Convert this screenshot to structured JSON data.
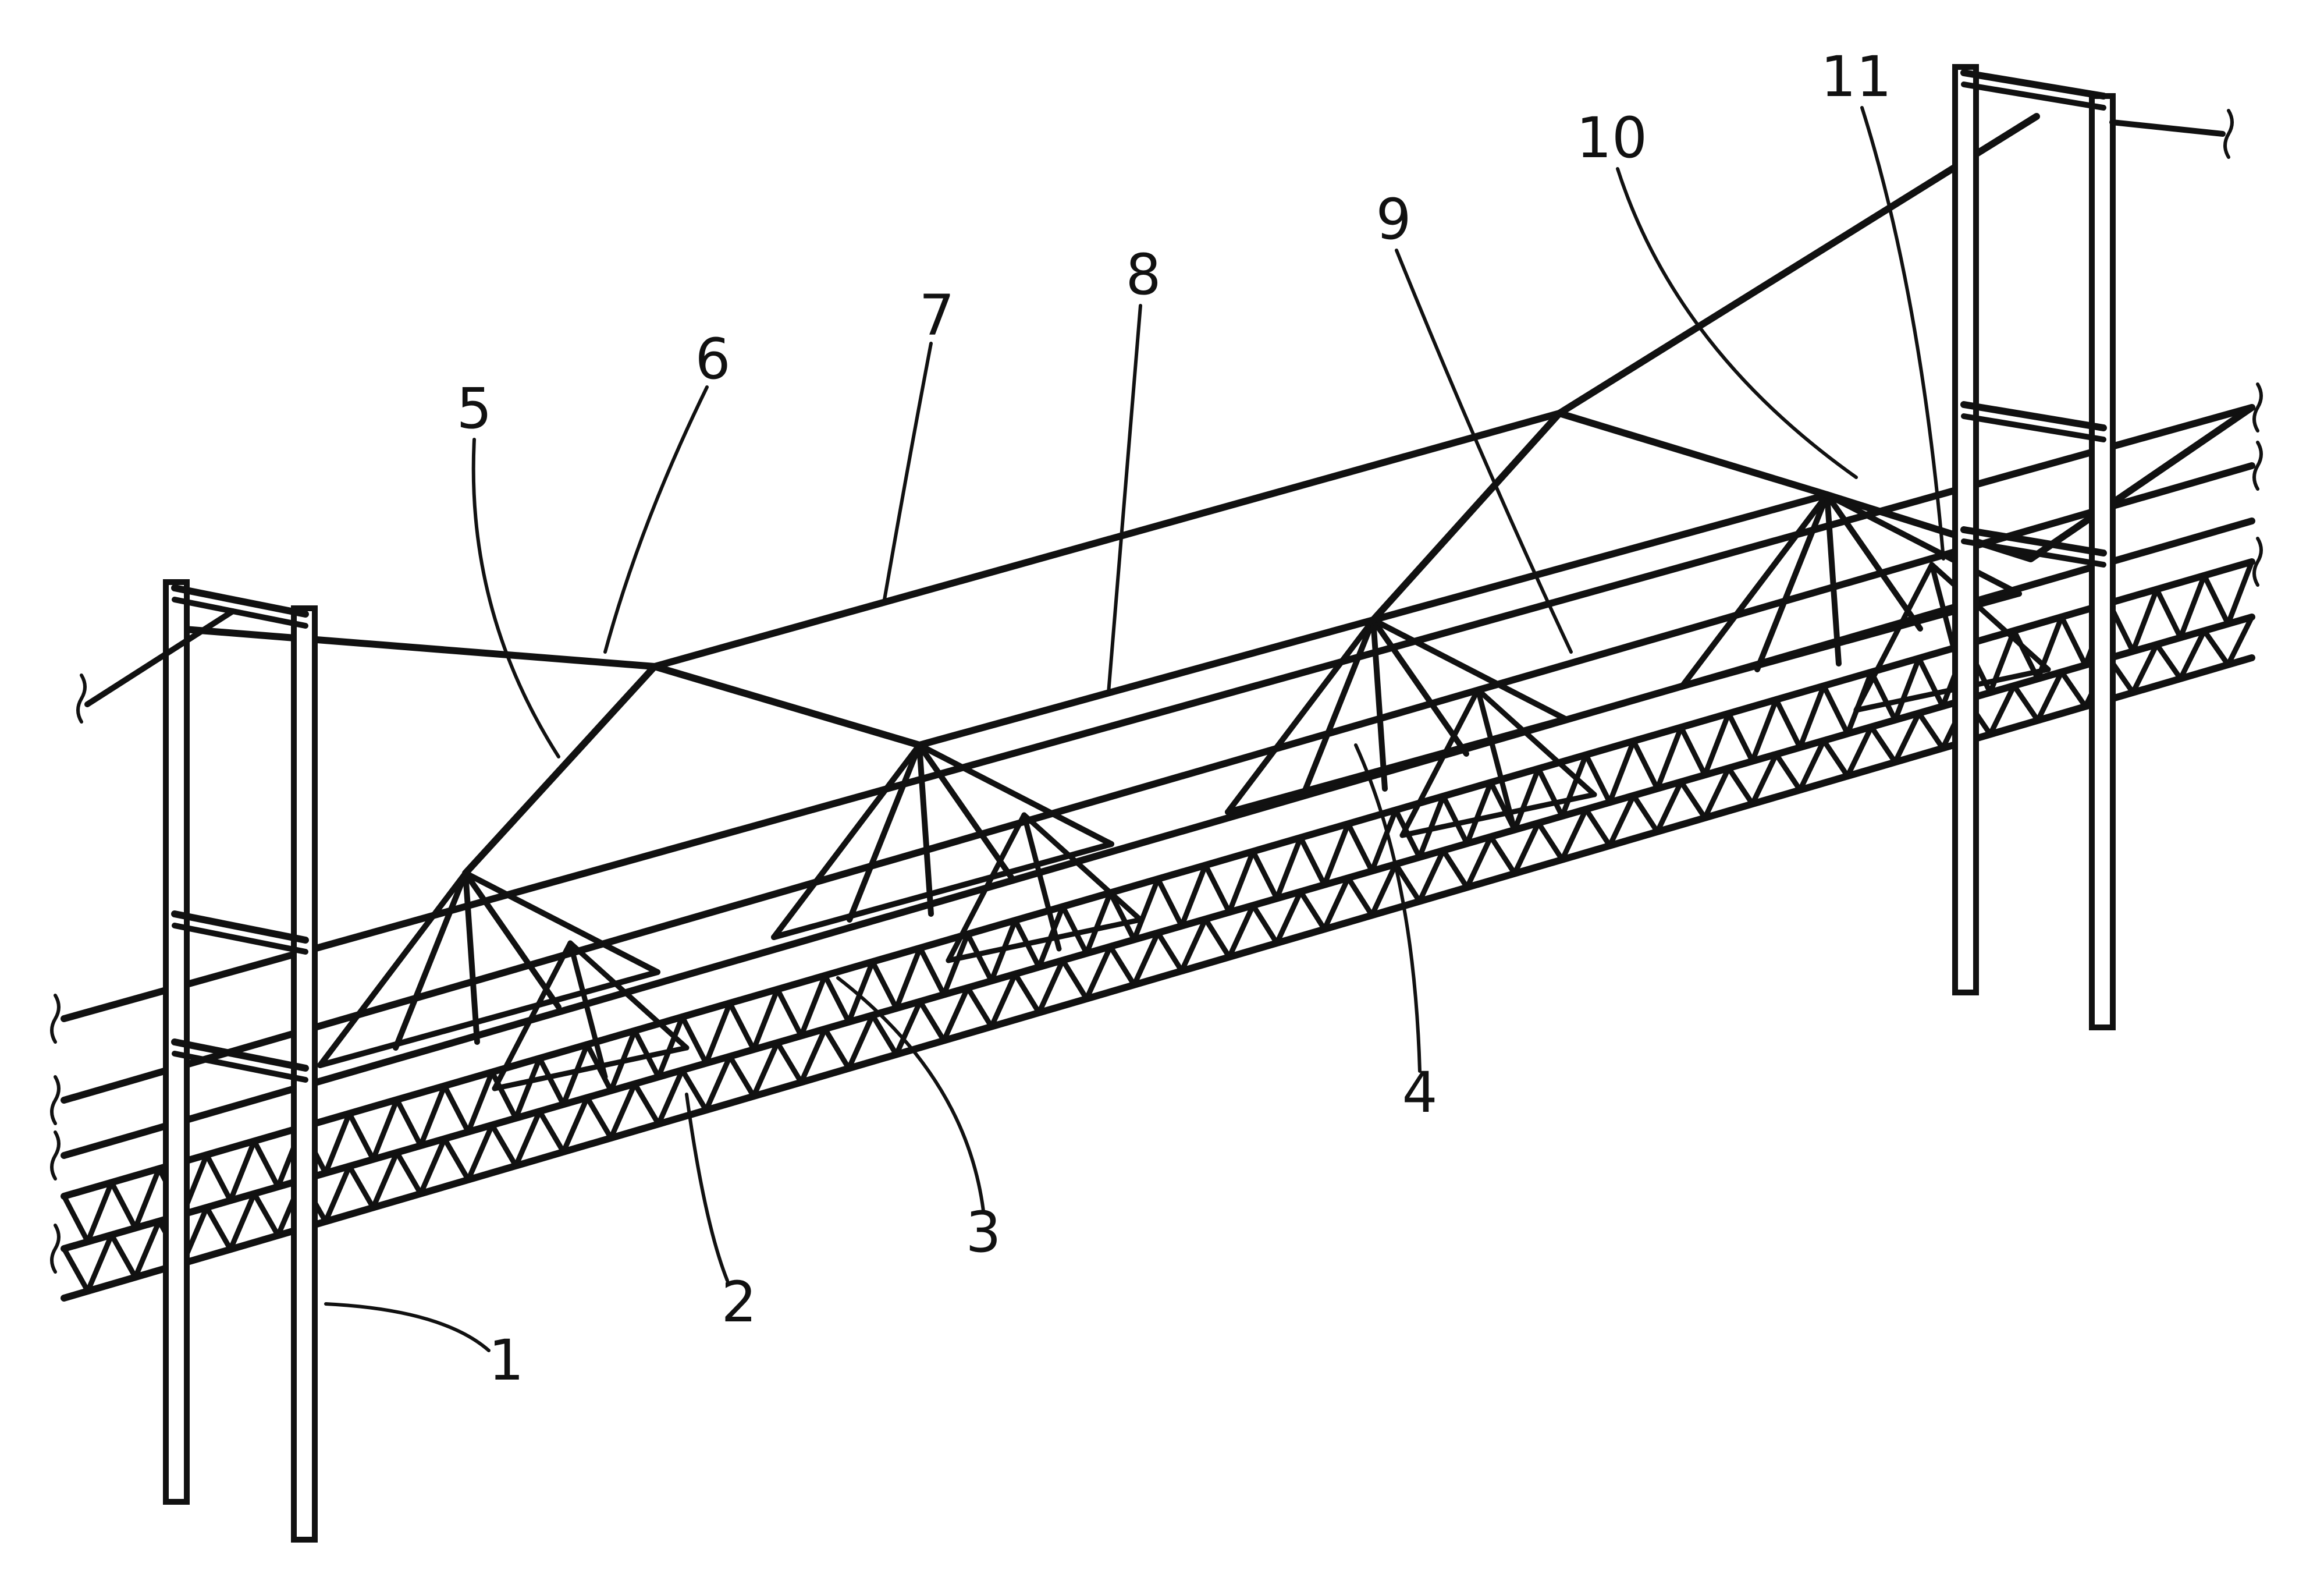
{
  "figure": {
    "labels": [
      "1",
      "2",
      "3",
      "4",
      "5",
      "6",
      "7",
      "8",
      "9",
      "10",
      "11"
    ]
  },
  "colors": {
    "line": "#111111",
    "background": "#ffffff"
  }
}
